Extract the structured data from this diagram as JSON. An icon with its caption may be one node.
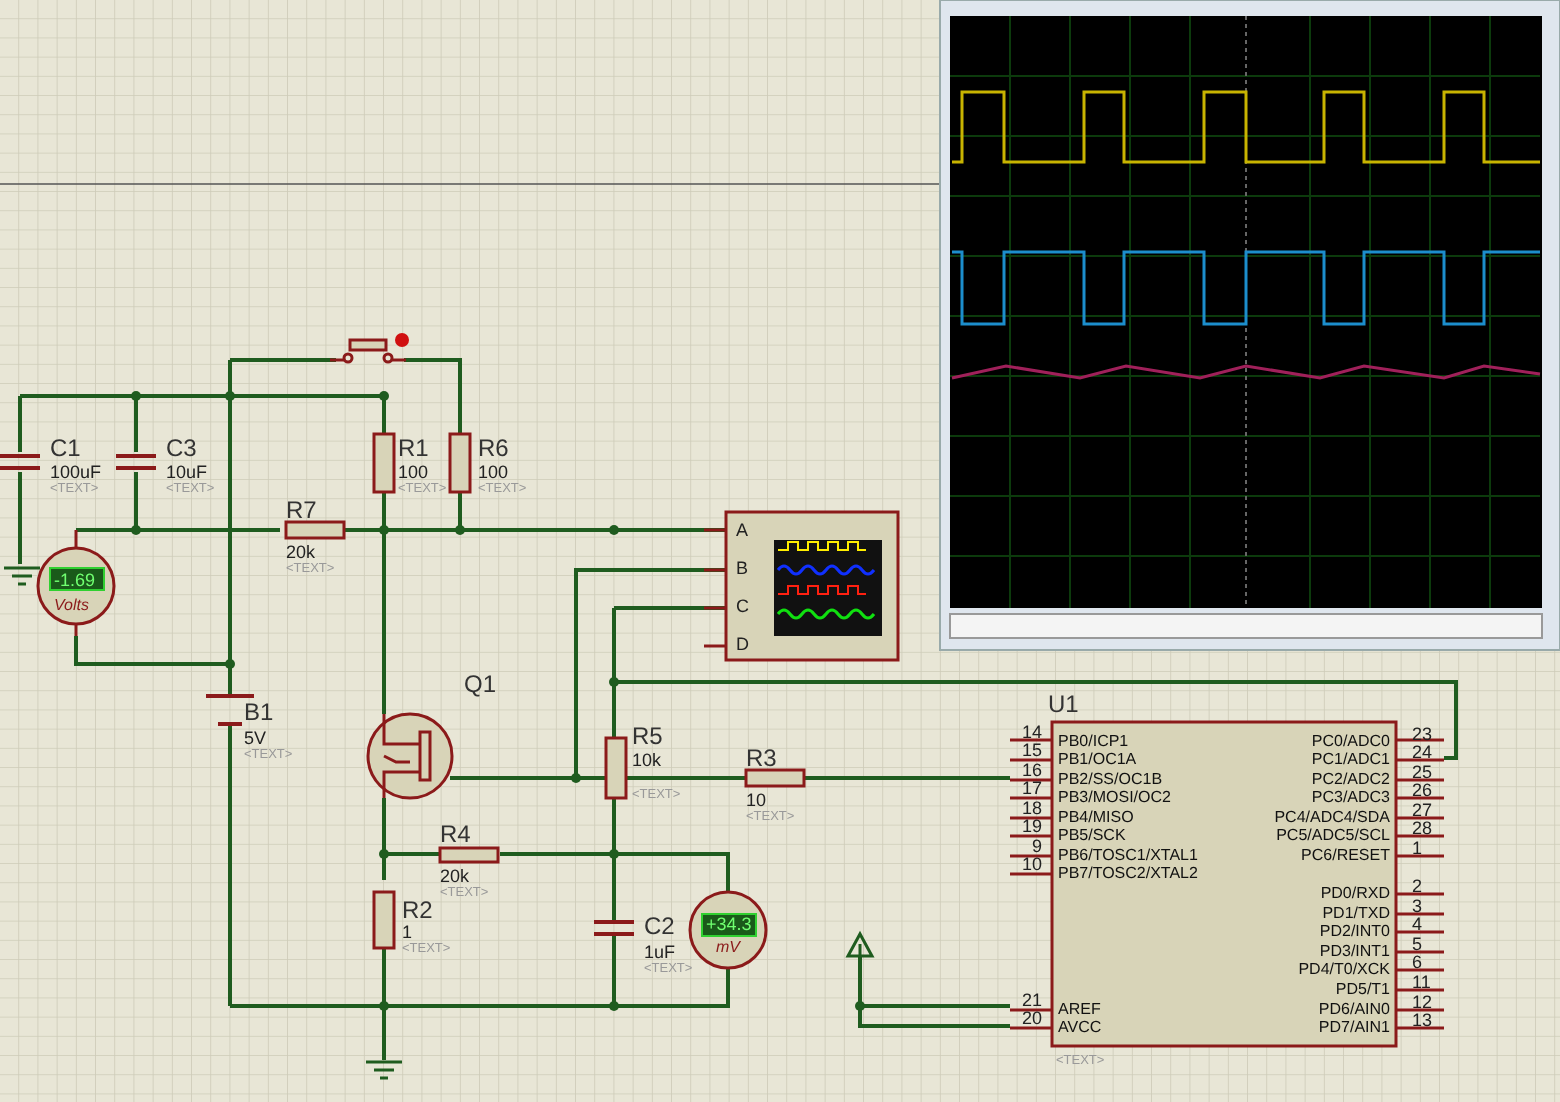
{
  "diagram": {
    "labels": [
      "C1",
      "100uF",
      "<TEXT>",
      "C3",
      "10uF",
      "<TEXT>",
      "R1",
      "100",
      "<TEXT>",
      "R6",
      "100",
      "<TEXT>",
      "R7",
      "20k",
      "<TEXT>",
      "-1.69",
      "Volts",
      "A",
      "B",
      "C",
      "D",
      "Q1",
      "B1",
      "5V",
      "<TEXT>",
      "R5",
      "10k",
      "<TEXT>",
      "R3",
      "10",
      "<TEXT>",
      "R4",
      "20k",
      "<TEXT>",
      "R2",
      "1",
      "<TEXT>",
      "C2",
      "1uF",
      "<TEXT>",
      "+34.3",
      "mV",
      "U1",
      "14",
      "PB0/ICP1",
      "15",
      "PB1/OC1A",
      "16",
      "PB2/SS/OC1B",
      "17",
      "PB3/MOSI/OC2",
      "18",
      "PB4/MISO",
      "19",
      "PB5/SCK",
      "9",
      "PB6/TOSC1/XTAL1",
      "10",
      "PB7/TOSC2/XTAL2",
      "21",
      "AREF",
      "20",
      "AVCC",
      "PC0/ADC0",
      "23",
      "PC1/ADC1",
      "24",
      "PC2/ADC2",
      "25",
      "PC3/ADC3",
      "26",
      "PC4/ADC4/SDA",
      "27",
      "PC5/ADC5/SCL",
      "28",
      "PC6/RESET",
      "1",
      "PD0/RXD",
      "2",
      "PD1/TXD",
      "3",
      "PD2/INT0",
      "4",
      "PD3/INT1",
      "5",
      "PD4/T0/XCK",
      "6",
      "PD5/T1",
      "11",
      "PD6/AIN0",
      "12",
      "PD7/AIN1",
      "13",
      "<TEXT>"
    ]
  }
}
